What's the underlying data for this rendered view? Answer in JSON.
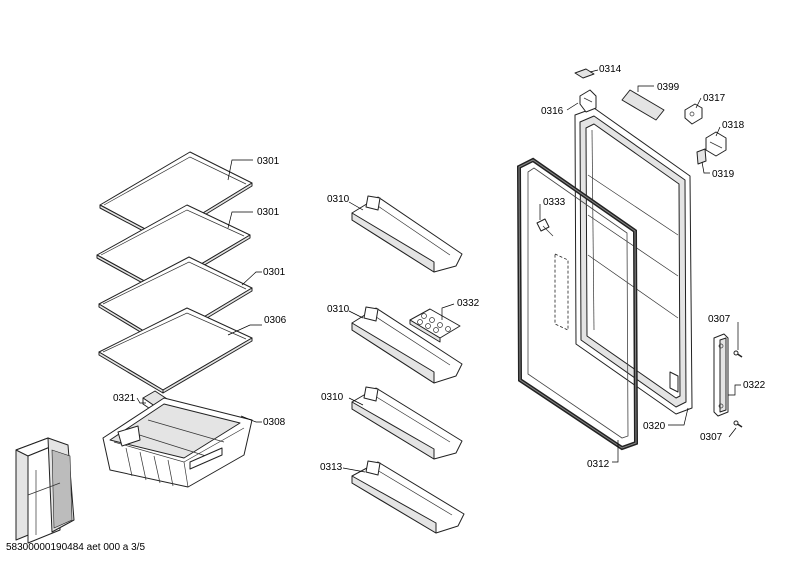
{
  "labels": {
    "shelf_1": "0301",
    "shelf_2": "0301",
    "shelf_3": "0301",
    "shelf_4": "0306",
    "crisper_lid": "0321",
    "crisper_drawer": "0308",
    "door_shelf_1": "0310",
    "door_shelf_2": "0310",
    "door_shelf_3": "0310",
    "door_shelf_4": "0313",
    "egg_tray": "0332",
    "fastener": "0333",
    "door_gasket": "0312",
    "top_part_a": "0314",
    "top_part_b": "0316",
    "top_panel": "0399",
    "hinge_cover": "0317",
    "hinge": "0318",
    "hinge_plate": "0319",
    "door": "0320",
    "screw_top": "0307",
    "handle": "0322",
    "screw_bottom": "0307"
  },
  "footer": "58300000190484 aet 000 a 3/5"
}
